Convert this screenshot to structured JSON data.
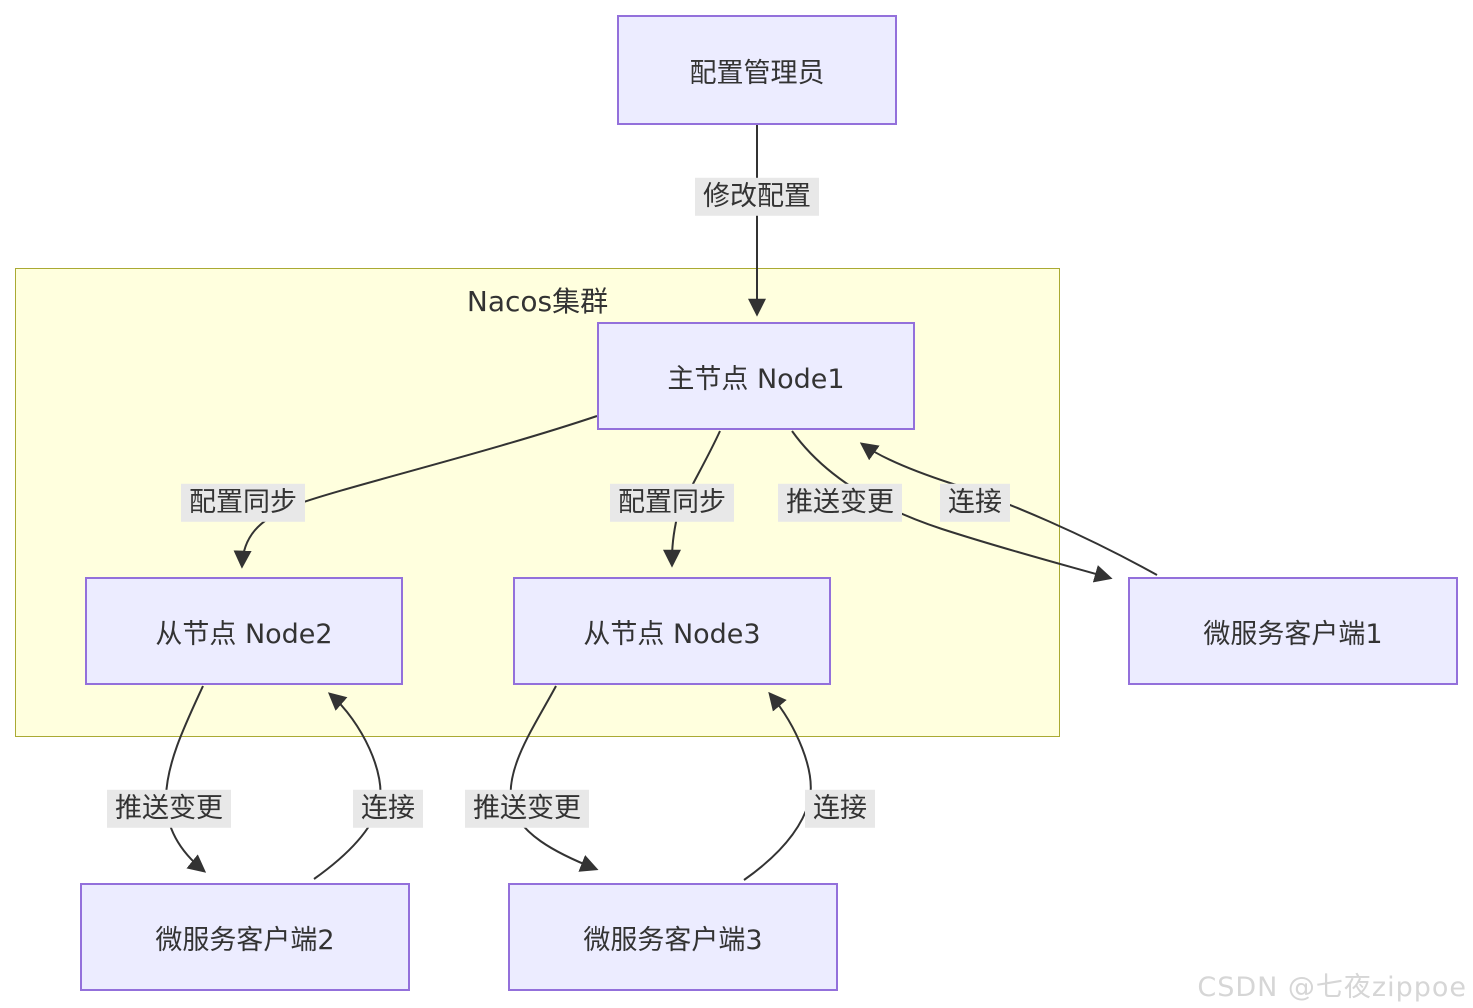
{
  "diagram": {
    "cluster": {
      "title": "Nacos集群"
    },
    "nodes": [
      {
        "id": "admin",
        "label": "配置管理员"
      },
      {
        "id": "node1",
        "label": "主节点 Node1"
      },
      {
        "id": "node2",
        "label": "从节点 Node2"
      },
      {
        "id": "node3",
        "label": "从节点 Node3"
      },
      {
        "id": "client1",
        "label": "微服务客户端1"
      },
      {
        "id": "client2",
        "label": "微服务客户端2"
      },
      {
        "id": "client3",
        "label": "微服务客户端3"
      }
    ],
    "edges": [
      {
        "from": "admin",
        "to": "node1",
        "label": "修改配置"
      },
      {
        "from": "node1",
        "to": "node2",
        "label": "配置同步"
      },
      {
        "from": "node1",
        "to": "node3",
        "label": "配置同步"
      },
      {
        "from": "node1",
        "to": "client1",
        "label": "推送变更"
      },
      {
        "from": "client1",
        "to": "node1",
        "label": "连接"
      },
      {
        "from": "node2",
        "to": "client2",
        "label": "推送变更"
      },
      {
        "from": "client2",
        "to": "node2",
        "label": "连接"
      },
      {
        "from": "node3",
        "to": "client3",
        "label": "推送变更"
      },
      {
        "from": "client3",
        "to": "node3",
        "label": "连接"
      }
    ],
    "colors": {
      "node_fill": "#ECECFF",
      "node_border": "#9370DB",
      "cluster_fill": "#FFFFDE",
      "cluster_border": "#AAAA33",
      "edge_line": "#333333",
      "edge_label_bg": "#E8E8E8",
      "text": "#333333",
      "watermark": "#D6D6D6"
    },
    "watermark": "CSDN @七夜zippoe"
  }
}
